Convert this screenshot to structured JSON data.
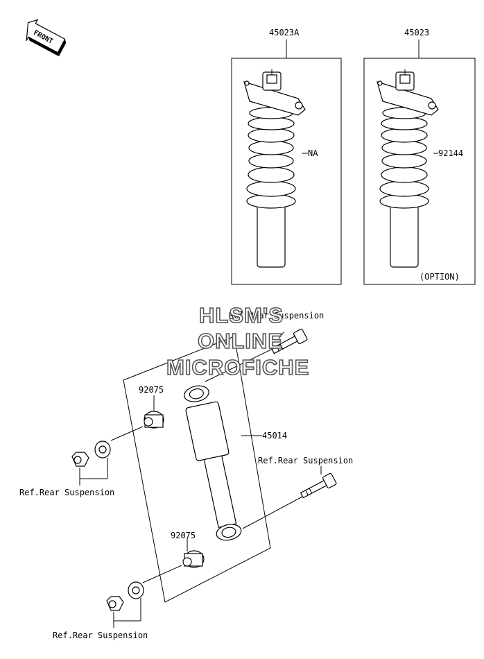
{
  "front_label": "FRONT",
  "watermark": {
    "line1": "HLSM'S",
    "line2": "ONLINE",
    "line3": "MICROFICHE"
  },
  "callouts": {
    "assy_a": "45023A",
    "assy_b": "45023",
    "spring_a": "NA",
    "spring_b": "92144",
    "option": "(OPTION)",
    "shock": "45014",
    "bushing_top": "92075",
    "bushing_bottom": "92075",
    "ref_top": "Ref.Rear Suspension",
    "ref_right": "Ref.Rear Suspension",
    "ref_left": "Ref.Rear Suspension",
    "ref_bottom": "Ref.Rear Suspension"
  }
}
